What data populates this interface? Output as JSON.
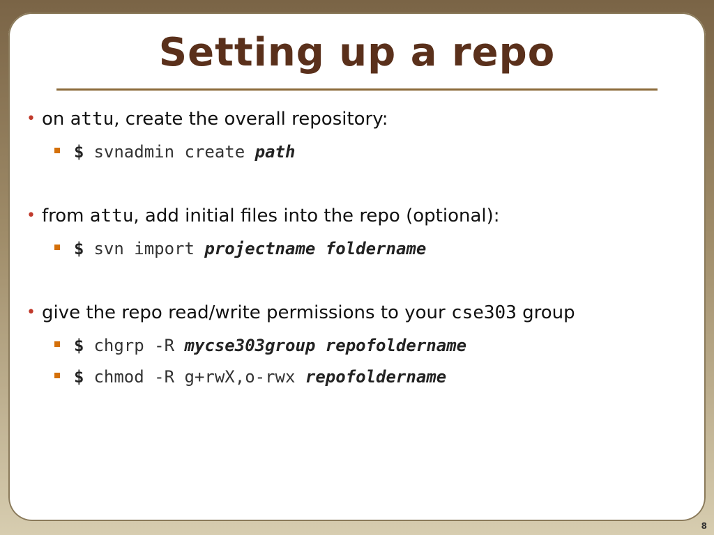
{
  "slide": {
    "title": "Setting up a repo",
    "page_number": "8",
    "bullets": [
      {
        "before": "on ",
        "code": "attu",
        "after": ", create the overall repository:",
        "commands": [
          {
            "prompt": "$",
            "cmd": "svnadmin create",
            "args": "path"
          }
        ]
      },
      {
        "before": "from ",
        "code": "attu",
        "after": ", add initial files into the repo (optional):",
        "commands": [
          {
            "prompt": "$",
            "cmd": "svn import",
            "args": "projectname foldername"
          }
        ]
      },
      {
        "before": "give the repo read/write permissions to your ",
        "code": "cse303",
        "after": " group",
        "commands": [
          {
            "prompt": "$",
            "cmd": "chgrp -R",
            "args": "mycse303group repofoldername"
          },
          {
            "prompt": "$",
            "cmd": "chmod -R g+rwX,o-rwx",
            "args": "repofoldername"
          }
        ]
      }
    ]
  },
  "colors": {
    "title": "#5a301b",
    "bullet_dot": "#c0392b",
    "sub_bullet": "#d4700a",
    "rule": "#8b6a3a"
  }
}
